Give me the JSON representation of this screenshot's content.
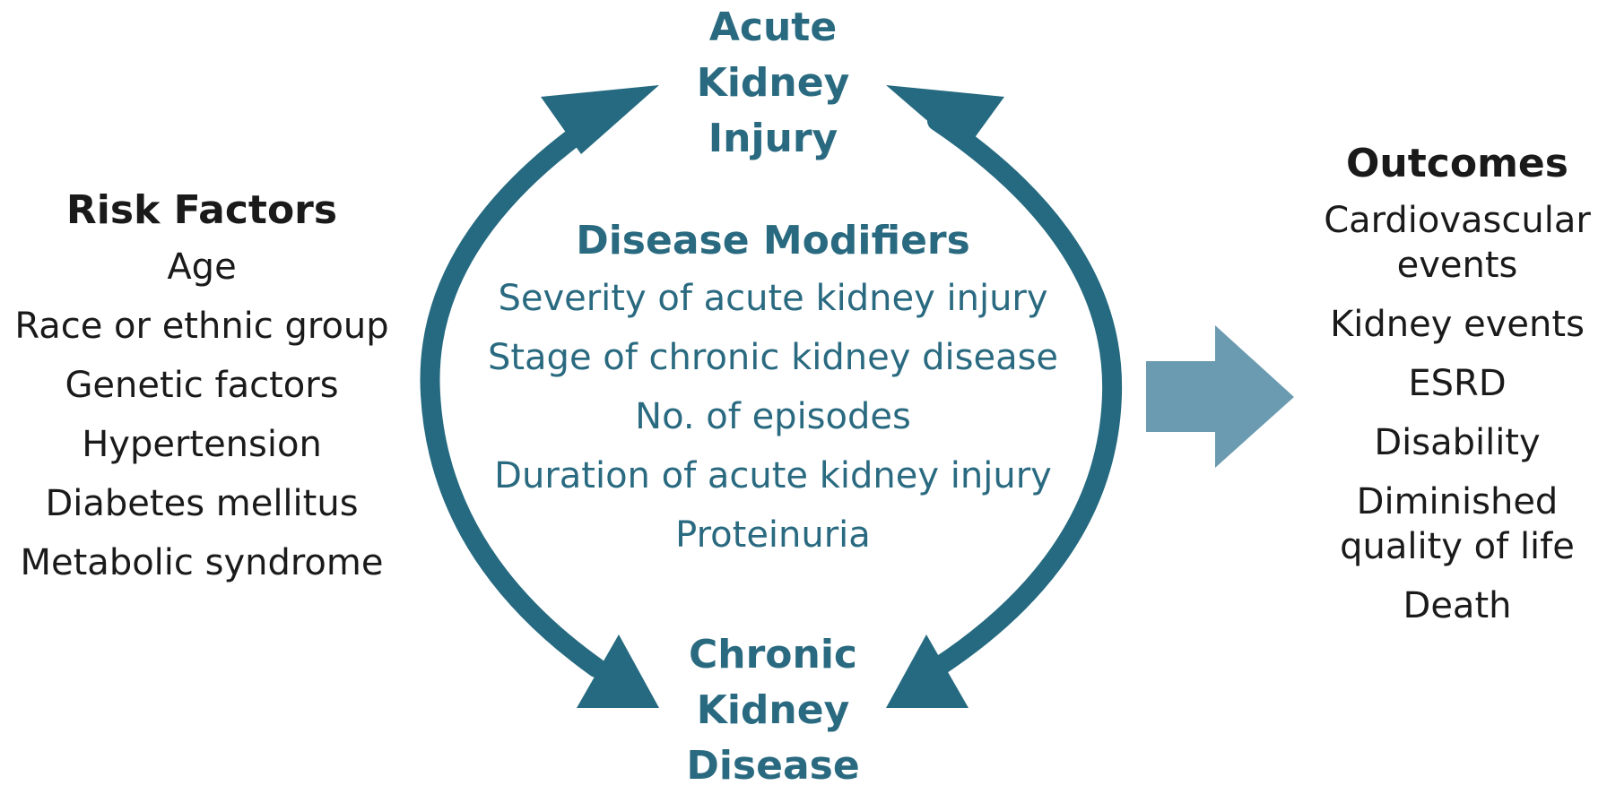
{
  "colors": {
    "teal_dark": "#256a80",
    "teal_text": "#2a6a80",
    "arrow_light": "#6b9bb0",
    "text_dark": "#1a1a1a"
  },
  "cycle": {
    "top_label": [
      "Acute",
      "Kidney",
      "Injury"
    ],
    "bottom_label": [
      "Chronic",
      "Kidney",
      "Disease"
    ]
  },
  "risk_factors": {
    "title": "Risk Factors",
    "items": [
      "Age",
      "Race or ethnic group",
      "Genetic factors",
      "Hypertension",
      "Diabetes mellitus",
      "Metabolic syndrome"
    ]
  },
  "modifiers": {
    "title": "Disease Modifiers",
    "items": [
      "Severity of acute kidney injury",
      "Stage of chronic kidney disease",
      "No. of episodes",
      "Duration of acute kidney injury",
      "Proteinuria"
    ]
  },
  "outcomes": {
    "title": "Outcomes",
    "items": [
      [
        "Cardiovascular",
        "events"
      ],
      [
        "Kidney events"
      ],
      [
        "ESRD"
      ],
      [
        "Disability"
      ],
      [
        "Diminished",
        "quality of life"
      ],
      [
        "Death"
      ]
    ]
  }
}
